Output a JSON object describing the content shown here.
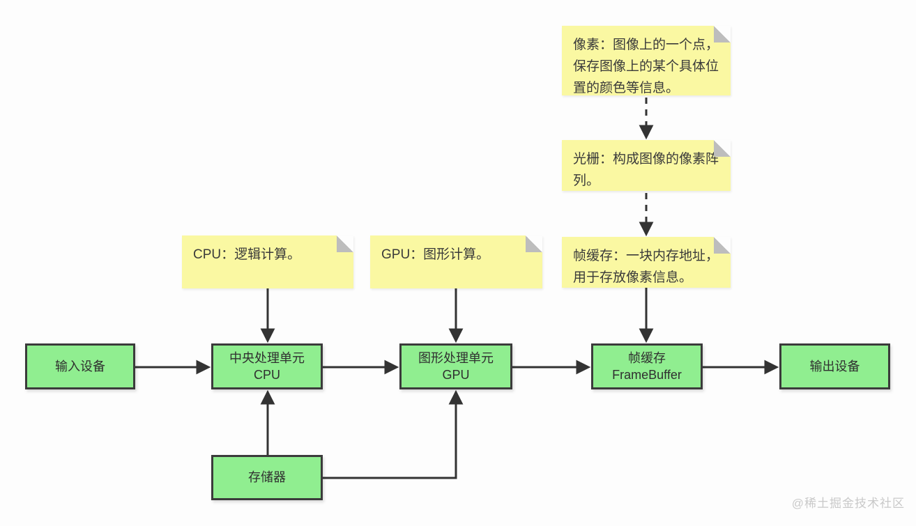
{
  "diagram_title": "CPU-GPU-FrameBuffer graphics pipeline diagram",
  "colors": {
    "background": "#fdfdfd",
    "box_fill": "#90EE90",
    "box_border": "#3b3b3b",
    "note_fill": "#FAF8A2",
    "note_fold": "#bdbdbd",
    "arrow": "#333333",
    "watermark": "#c9c9c9"
  },
  "boxes": {
    "input": {
      "label": "输入设备"
    },
    "cpu": {
      "line1": "中央处理单元",
      "line2": "CPU"
    },
    "gpu": {
      "line1": "图形处理单元",
      "line2": "GPU"
    },
    "framebuffer": {
      "line1": "帧缓存",
      "line2": "FrameBuffer"
    },
    "output": {
      "label": "输出设备"
    },
    "memory": {
      "label": "存储器"
    }
  },
  "notes": {
    "pixel": {
      "text": "像素：图像上的一个点，保存图像上的某个具体位置的颜色等信息。"
    },
    "raster": {
      "text": "光栅：构成图像的像素阵列。"
    },
    "framebuffer": {
      "text": "帧缓存：一块内存地址，用于存放像素信息。"
    },
    "cpu": {
      "text": "CPU：逻辑计算。"
    },
    "gpu": {
      "text": "GPU：图形计算。"
    }
  },
  "connections": [
    "输入设备 → 中央处理单元CPU",
    "中央处理单元CPU → 图形处理单元GPU",
    "图形处理单元GPU → 帧缓存FrameBuffer",
    "帧缓存FrameBuffer → 输出设备",
    "存储器 → 中央处理单元CPU",
    "存储器 → 图形处理单元GPU",
    "像素 ⇢ 光栅 (dashed)",
    "光栅 ⇢ 帧缓存注释 (dashed)",
    "CPU注释 → CPU盒",
    "GPU注释 → GPU盒",
    "帧缓存注释 → 帧缓存盒"
  ],
  "watermark": {
    "text": "@稀土掘金技术社区"
  }
}
